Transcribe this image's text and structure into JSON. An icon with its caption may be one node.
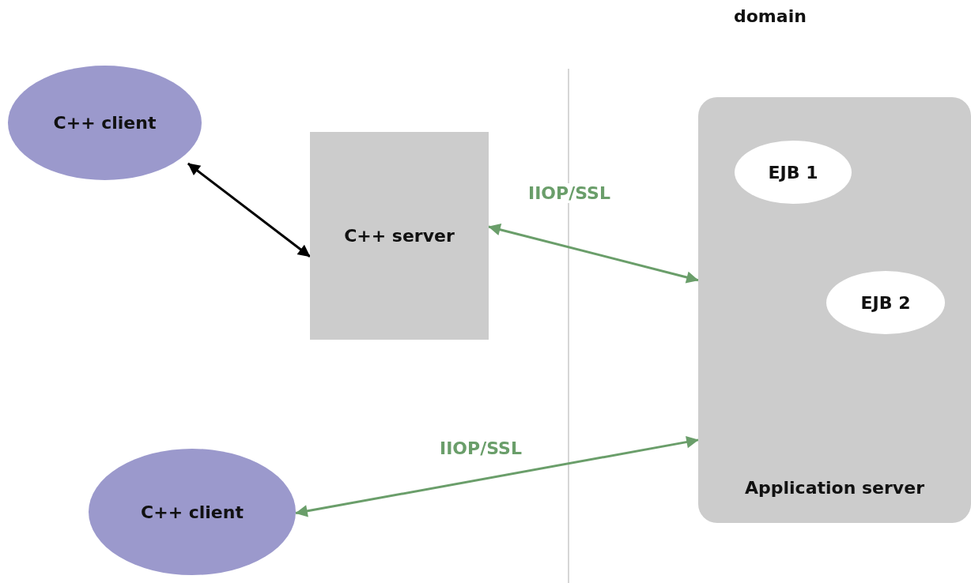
{
  "diagram": {
    "nodes": [
      {
        "text": [
          "C++ client"
        ]
      },
      {
        "text": [
          "C++ server"
        ]
      },
      {
        "text": [
          "Application server"
        ]
      },
      {
        "text": [
          "EJB 1"
        ],
        "in": 2
      },
      {
        "text": [
          "EJB 2"
        ],
        "in": 2
      },
      {
        "text": [
          "C++ client"
        ]
      }
    ],
    "edges": [
      {
        "from": 0,
        "to": 1,
        "arrow": "both",
        "color": "#000000"
      },
      {
        "from": 1,
        "to": 2,
        "arrow": "both",
        "label": "IIOP/SSL"
      },
      {
        "from": 5,
        "to": 2,
        "arrow": "both",
        "label": "IIOP/SSL"
      }
    ],
    "labels": [
      "domain"
    ]
  }
}
